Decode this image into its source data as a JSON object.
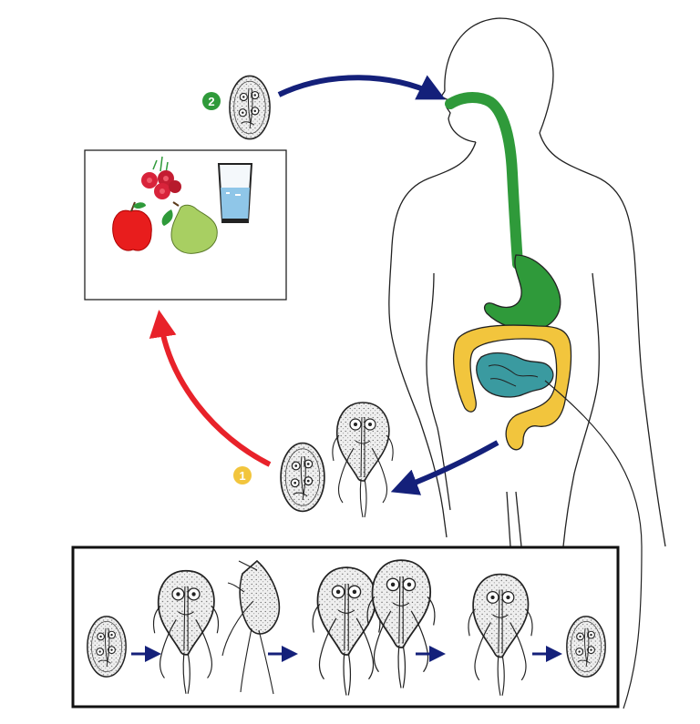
{
  "steps": [
    {
      "label": "1",
      "color": "#f2c53d"
    },
    {
      "label": "2",
      "color": "#2f9a3a"
    }
  ],
  "colors": {
    "transmission_arrow": "#e8222a",
    "ingestion_arrow": "#14207a",
    "esophagus_stomach": "#2f9a3a",
    "small_intestine": "#3a9aa0",
    "large_intestine": "#f2c53d",
    "outline": "#222222"
  },
  "vehicles": [
    {
      "icon": "raspberries-icon"
    },
    {
      "icon": "water-glass-icon"
    },
    {
      "icon": "apple-icon"
    },
    {
      "icon": "pear-icon"
    }
  ],
  "stages": [
    "cyst",
    "excysting-trophozoite",
    "trophozoite",
    "dividing-trophozoites",
    "trophozoite",
    "cyst"
  ]
}
